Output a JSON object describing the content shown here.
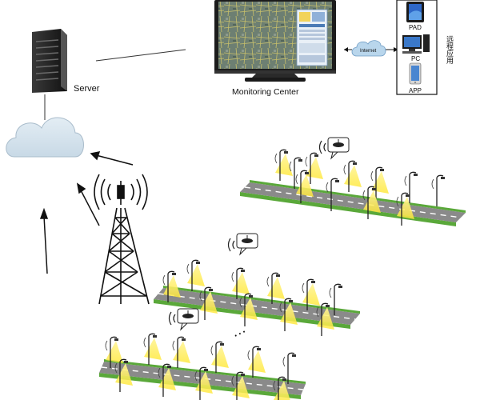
{
  "labels": {
    "server": "Server",
    "monitoring_center": "Monitoring Center",
    "internet": "Internet",
    "remote_apps": "远程应用"
  },
  "devices": [
    {
      "label": "PAD",
      "icon": "tablet-icon"
    },
    {
      "label": "PC",
      "icon": "desktop-pc-icon"
    },
    {
      "label": "APP",
      "icon": "smartphone-icon"
    }
  ],
  "ellipsis": "…",
  "colors": {
    "road": "#8a8a8a",
    "grass": "#5aa83a",
    "light_beam": "#ffe94a",
    "cloud": "#cfdde8",
    "internet_cloud": "#b9d6ec",
    "tower": "#111111",
    "screen_bezel": "#222222"
  }
}
